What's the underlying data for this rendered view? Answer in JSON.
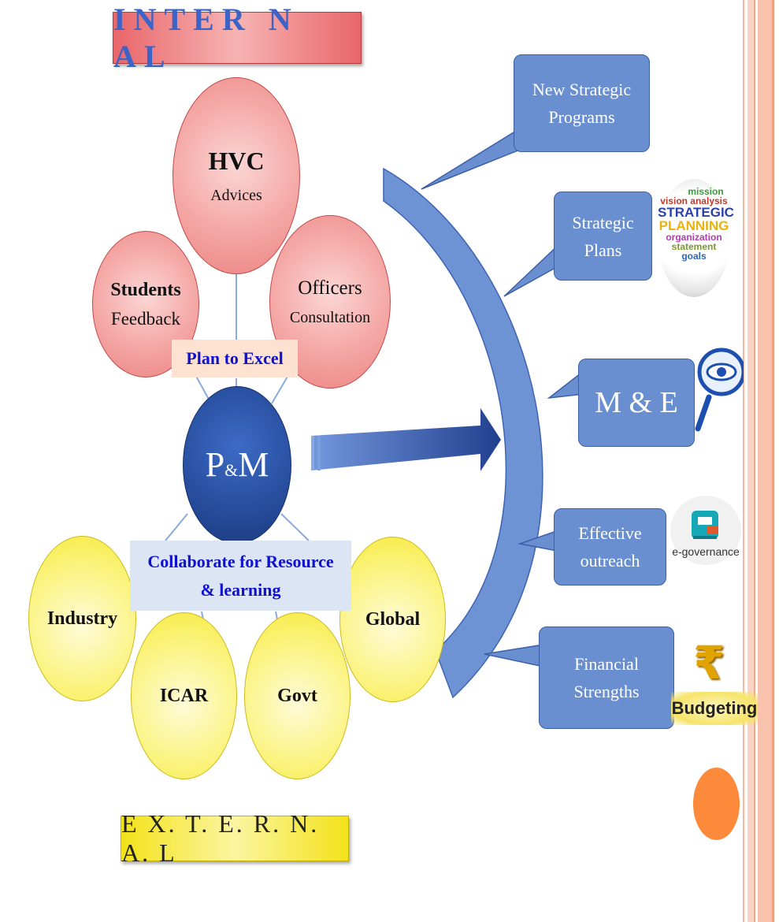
{
  "banners": {
    "internal": "INTER N AL",
    "external": "E X. T. E. R. N. A. L"
  },
  "internal_nodes": {
    "hvc": {
      "title": "HVC",
      "subtitle": "Advices"
    },
    "students": {
      "title": "Students",
      "subtitle": "Feedback"
    },
    "officers": {
      "title": "Officers",
      "subtitle": "Consultation"
    }
  },
  "center": {
    "p": "P",
    "amp": "&",
    "m": "M"
  },
  "plan_label": "Plan to Excel",
  "collab_label": {
    "line1": "Collaborate for Resource",
    "line2": "& learning"
  },
  "external_nodes": {
    "industry": "Industry",
    "icar": "ICAR",
    "govt": "Govt",
    "global": "Global"
  },
  "outcomes": [
    {
      "line1": "New Strategic",
      "line2": "Programs"
    },
    {
      "line1": "Strategic",
      "line2": "Plans"
    },
    {
      "line1": "M & E",
      "line2": ""
    },
    {
      "line1": "Effective",
      "line2": "outreach"
    },
    {
      "line1": "Financial",
      "line2": "Strengths"
    }
  ],
  "icons": {
    "strategic_planning_words": [
      "mission",
      "vision analysis",
      "STRATEGIC",
      "PLANNING",
      "organization",
      "statement",
      "goals"
    ],
    "egovernance_label": "e-governance",
    "budgeting_label": "Budgeting",
    "rupee_symbol": "₹",
    "names": [
      "strategic-planning-icon",
      "magnifier-eye-icon",
      "egovernance-icon",
      "rupee-icon"
    ]
  },
  "colors": {
    "internal_red": "#f4a6a4",
    "external_yellow": "#fbf37c",
    "center_blue": "#284f9f",
    "callout_blue": "#6a8fd0",
    "label_blue": "#1010d0",
    "orange_dot": "#fd8a3a"
  }
}
